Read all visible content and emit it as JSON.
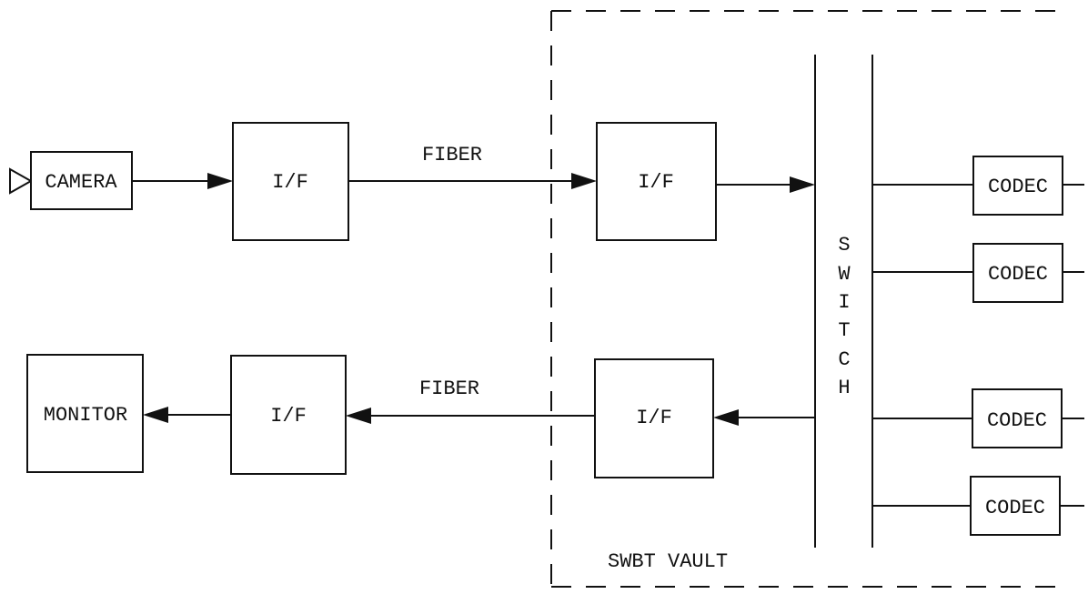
{
  "diagram": {
    "camera_label": "CAMERA",
    "monitor_label": "MONITOR",
    "interface_label": "I/F",
    "fiber_top_label": "FIBER",
    "fiber_bottom_label": "FIBER",
    "switch_letters": [
      "S",
      "W",
      "I",
      "T",
      "C",
      "H"
    ],
    "codec_labels": [
      "CODEC",
      "CODEC",
      "CODEC",
      "CODEC"
    ],
    "vault_label": "SWBT VAULT"
  },
  "colors": {
    "stroke": "#111111",
    "background": "#ffffff"
  }
}
